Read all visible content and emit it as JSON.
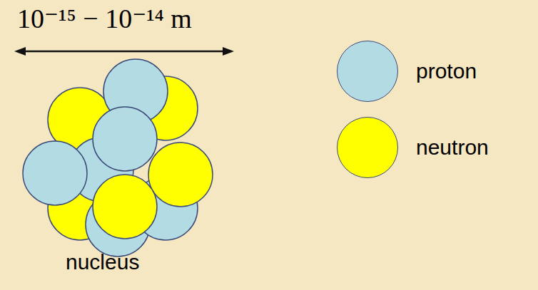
{
  "diagram": {
    "labels": [
      "10⁻¹⁵ − 10⁻¹⁴ m",
      "nucleus"
    ],
    "legend": [
      {
        "text": "proton",
        "color": "#b3dbe4"
      },
      {
        "text": "neutron",
        "color": "#ffff00"
      }
    ]
  }
}
